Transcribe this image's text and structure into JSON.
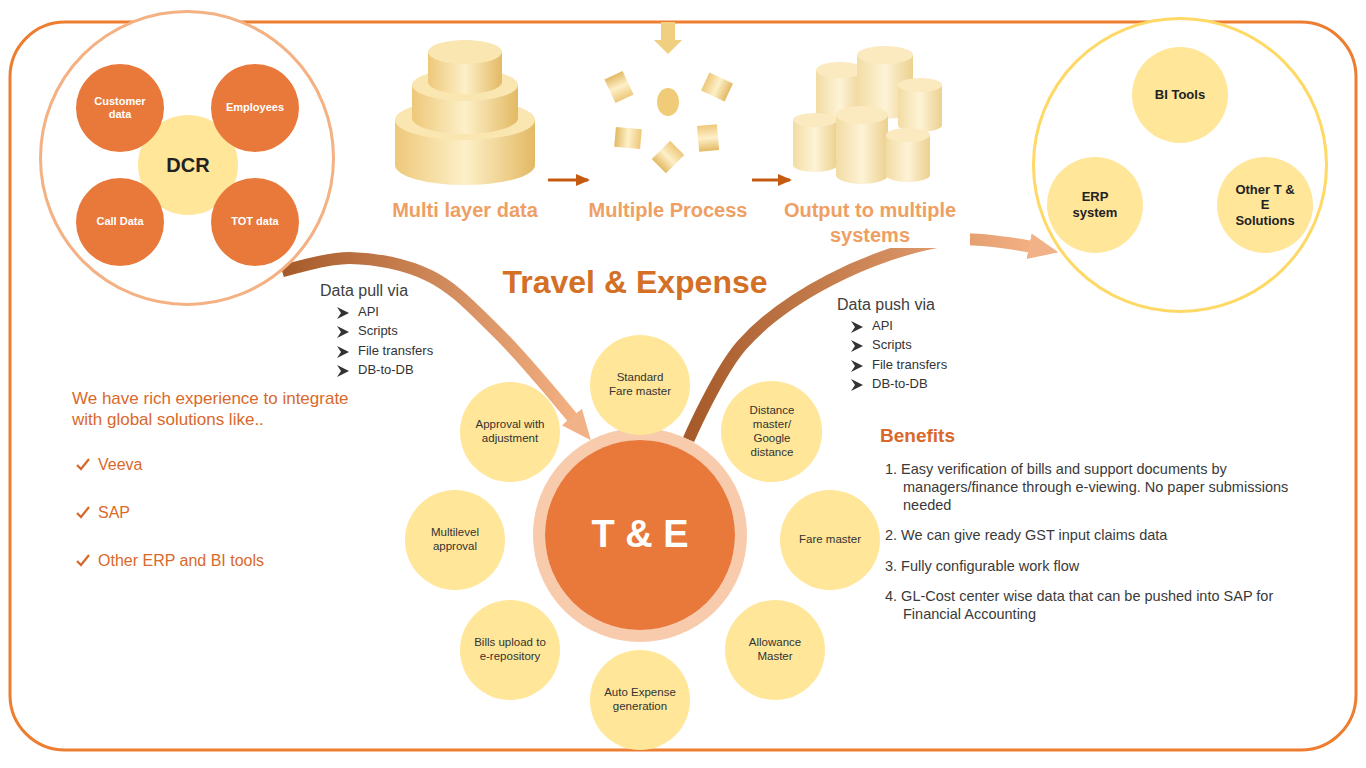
{
  "diagram": {
    "title": "Travel & Expense",
    "nodes": [
      {
        "text": []
      },
      {
        "text": [
          "DCR"
        ],
        "in": 0
      },
      {
        "text": [
          "Customer data"
        ],
        "in": 0
      },
      {
        "text": [
          "Employees"
        ],
        "in": 0
      },
      {
        "text": [
          "Call Data"
        ],
        "in": 0
      },
      {
        "text": [
          "TOT data"
        ],
        "in": 0
      },
      {
        "text": []
      },
      {
        "text": [
          "BI Tools"
        ],
        "in": 6
      },
      {
        "text": [
          "ERP system"
        ],
        "in": 6
      },
      {
        "text": [
          "Other T & E Solutions"
        ],
        "in": 6
      },
      {
        "text": [
          "T & E"
        ]
      },
      {
        "text": [
          "Standard Fare master"
        ]
      },
      {
        "text": [
          "Distance master/ Google distance"
        ]
      },
      {
        "text": [
          "Fare master"
        ]
      },
      {
        "text": [
          "Allowance Master"
        ]
      },
      {
        "text": [
          "Auto Expense generation"
        ]
      },
      {
        "text": [
          "Bills upload to e-repository"
        ]
      },
      {
        "text": [
          "Multilevel approval"
        ]
      },
      {
        "text": [
          "Approval with adjustment"
        ]
      }
    ],
    "edges": [
      {
        "from": 0,
        "to": 10,
        "label": "Data pull via",
        "arrow": "to"
      },
      {
        "from": 10,
        "to": 6,
        "label": "Data push via",
        "arrow": "to"
      }
    ],
    "labels": [
      "Multi layer data",
      "Multiple Process",
      "Output to multiple systems",
      "API",
      "Scripts",
      "File transfers",
      "DB-to-DB",
      "API",
      "Scripts",
      "File transfers",
      "DB-to-DB",
      "We have rich experience to integrate with global solutions like..",
      "Veeva",
      "SAP",
      "Other ERP and BI tools",
      "Benefits",
      "1. Easy verification of bills and support documents by managers/finance through e-viewing. No paper submissions needed",
      "2. We can give ready GST input claims data",
      "3. Fully configurable work flow",
      "4. GL-Cost center wise data that can be pushed into SAP for Financial Accounting"
    ]
  }
}
